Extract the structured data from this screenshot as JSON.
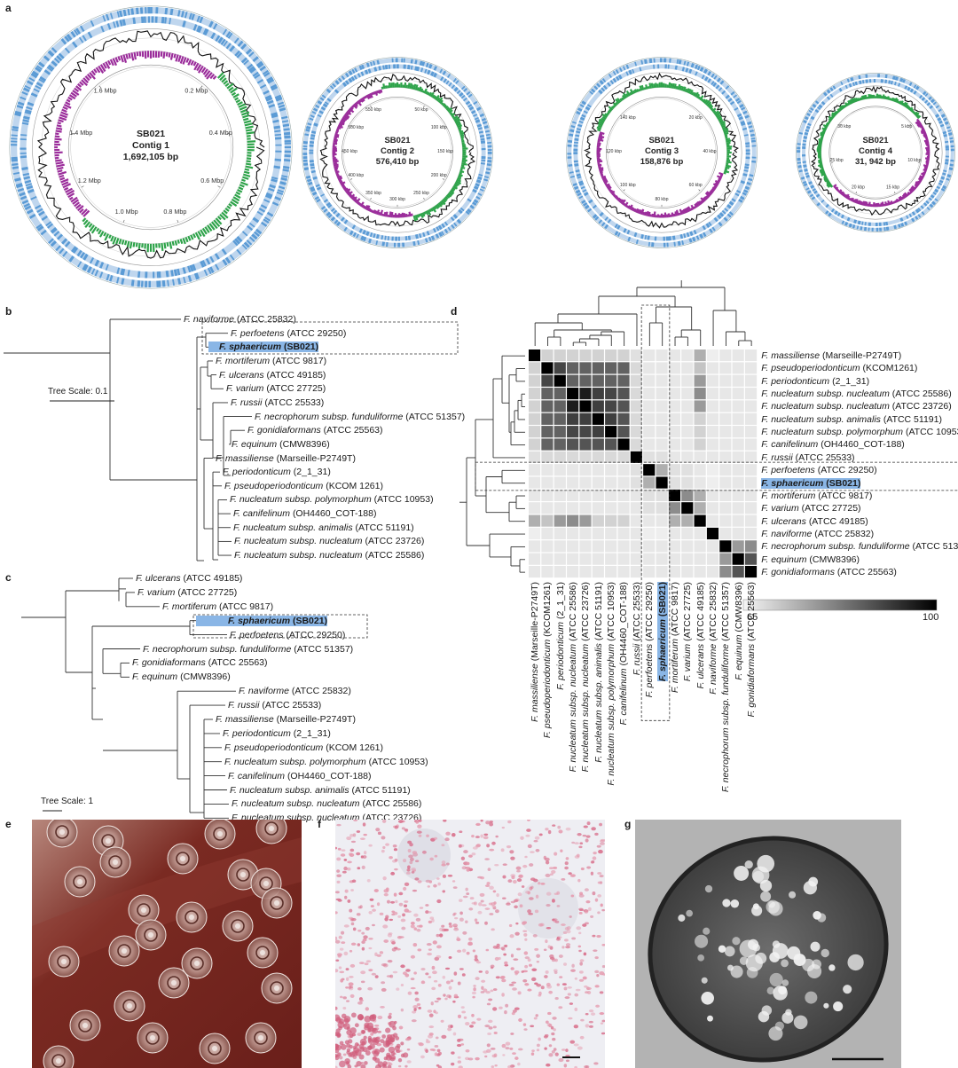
{
  "panels": {
    "a": "a",
    "b": "b",
    "c": "c",
    "d": "d",
    "e": "e",
    "f": "f",
    "g": "g"
  },
  "contigs": [
    {
      "name": "SB021",
      "contig": "Contig 1",
      "size": "1,692,105 bp",
      "ticks": [
        "0.2 Mbp",
        "0.4 Mbp",
        "0.6 Mbp",
        "0.8 Mbp",
        "1.0 Mbp",
        "1.2 Mbp",
        "1.4 Mbp",
        "1.6 Mbp"
      ]
    },
    {
      "name": "SB021",
      "contig": "Contig 2",
      "size": "576,410 bp",
      "ticks": [
        "50 kbp",
        "100 kbp",
        "150 kbp",
        "200 kbp",
        "250 kbp",
        "300 kbp",
        "350 kbp",
        "400 kbp",
        "450 kbp",
        "500 kbp",
        "550 kbp"
      ]
    },
    {
      "name": "SB021",
      "contig": "Contig 3",
      "size": "158,876 bp",
      "ticks": [
        "20 kbp",
        "40 kbp",
        "60 kbp",
        "80 kbp",
        "100 kbp",
        "120 kbp",
        "140 kbp"
      ]
    },
    {
      "name": "SB021",
      "contig": "Contig 4",
      "size": "31, 942 bp",
      "ticks": [
        "5 kbp",
        "10 kbp",
        "15 kbp",
        "20 kbp",
        "25 kbp",
        "30 kbp"
      ]
    }
  ],
  "tree_b": {
    "scale": "Tree Scale: 0.1",
    "leaves": [
      {
        "sp": "F. naviforme",
        "id": "(ATCC 25832)"
      },
      {
        "sp": "F. perfoetens",
        "id": "(ATCC 29250)"
      },
      {
        "sp": "F. sphaericum",
        "id": "(SB021)",
        "highlight": true
      },
      {
        "sp": "F. mortiferum",
        "id": "(ATCC 9817)"
      },
      {
        "sp": "F. ulcerans",
        "id": "(ATCC 49185)"
      },
      {
        "sp": "F. varium",
        "id": "(ATCC 27725)"
      },
      {
        "sp": "F. russii",
        "id": "(ATCC 25533)"
      },
      {
        "sp": "F. necrophorum subsp. funduliforme",
        "id": "(ATCC 51357)"
      },
      {
        "sp": "F. gonidiaformans",
        "id": "(ATCC 25563)"
      },
      {
        "sp": "F. equinum",
        "id": "(CMW8396)"
      },
      {
        "sp": "F. massiliense",
        "id": "(Marseille-P2749T)"
      },
      {
        "sp": "F. periodonticum",
        "id": "(2_1_31)"
      },
      {
        "sp": "F. pseudoperiodonticum",
        "id": "(KCOM 1261)"
      },
      {
        "sp": "F. nucleatum subsp. polymorphum",
        "id": "(ATCC 10953)"
      },
      {
        "sp": "F. canifelinum",
        "id": "(OH4460_COT-188)"
      },
      {
        "sp": "F. nucleatum subsp. animalis",
        "id": "(ATCC 51191)"
      },
      {
        "sp": "F. nucleatum subsp. nucleatum",
        "id": "(ATCC 23726)"
      },
      {
        "sp": "F. nucleatum subsp. nucleatum",
        "id": "(ATCC 25586)"
      }
    ]
  },
  "tree_c": {
    "scale": "Tree Scale: 1",
    "leaves": [
      {
        "sp": "F. ulcerans",
        "id": "(ATCC 49185)"
      },
      {
        "sp": "F. varium",
        "id": "(ATCC 27725)"
      },
      {
        "sp": "F. mortiferum",
        "id": "(ATCC 9817)"
      },
      {
        "sp": "F. sphaericum",
        "id": "(SB021)",
        "highlight": true
      },
      {
        "sp": "F. perfoetens",
        "id": "(ATCC 29250)"
      },
      {
        "sp": "F. necrophorum subsp. funduliforme",
        "id": "(ATCC 51357)"
      },
      {
        "sp": "F. gonidiaformans",
        "id": "(ATCC 25563)"
      },
      {
        "sp": "F. equinum",
        "id": "(CMW8396)"
      },
      {
        "sp": "F. naviforme",
        "id": "(ATCC 25832)"
      },
      {
        "sp": "F. russii",
        "id": "(ATCC 25533)"
      },
      {
        "sp": "F. massiliense",
        "id": "(Marseille-P2749T)"
      },
      {
        "sp": "F. periodonticum",
        "id": "(2_1_31)"
      },
      {
        "sp": "F. pseudoperiodonticum",
        "id": "(KCOM 1261)"
      },
      {
        "sp": "F. nucleatum subsp. polymorphum",
        "id": "(ATCC 10953)"
      },
      {
        "sp": "F. canifelinum",
        "id": "(OH4460_COT-188)"
      },
      {
        "sp": "F. nucleatum subsp. animalis",
        "id": "(ATCC 51191)"
      },
      {
        "sp": "F. nucleatum subsp. nucleatum",
        "id": "(ATCC 25586)"
      },
      {
        "sp": "F. nucleatum subsp. nucleatum",
        "id": "(ATCC 23726)"
      }
    ]
  },
  "chart_data": {
    "type": "heatmap",
    "rows": [
      {
        "sp": "F. massiliense",
        "id": "(Marseille-P2749T)"
      },
      {
        "sp": "F. pseudoperiodonticum",
        "id": "(KCOM1261)"
      },
      {
        "sp": "F. periodonticum",
        "id": "(2_1_31)"
      },
      {
        "sp": "F. nucleatum subsp. nucleatum",
        "id": "(ATCC 25586)"
      },
      {
        "sp": "F. nucleatum subsp. nucleatum",
        "id": "(ATCC 23726)"
      },
      {
        "sp": "F. nucleatum subsp. animalis",
        "id": "(ATCC 51191)"
      },
      {
        "sp": "F. nucleatum subsp. polymorphum",
        "id": "(ATCC 10953)"
      },
      {
        "sp": "F. canifelinum",
        "id": "(OH4460_COT-188)"
      },
      {
        "sp": "F. russii",
        "id": "(ATCC 25533)"
      },
      {
        "sp": "F. perfoetens",
        "id": "(ATCC 29250)"
      },
      {
        "sp": "F. sphaericum",
        "id": "(SB021)",
        "highlight": true
      },
      {
        "sp": "F. mortiferum",
        "id": "(ATCC 9817)"
      },
      {
        "sp": "F. varium",
        "id": "(ATCC 27725)"
      },
      {
        "sp": "F. ulcerans",
        "id": "(ATCC 49185)"
      },
      {
        "sp": "F. naviforme",
        "id": "(ATCC 25832)"
      },
      {
        "sp": "F. necrophorum subsp. funduliforme",
        "id": "(ATCC 51357)"
      },
      {
        "sp": "F. equinum",
        "id": "(CMW8396)"
      },
      {
        "sp": "F. gonidiaformans",
        "id": "(ATCC 25563)"
      }
    ],
    "values": [
      [
        100,
        70,
        70,
        70,
        70,
        70,
        70,
        70,
        68,
        67,
        67,
        67,
        67,
        75,
        66,
        67,
        67,
        67
      ],
      [
        70,
        100,
        90,
        86,
        86,
        86,
        86,
        86,
        69,
        67,
        67,
        67,
        67,
        72,
        67,
        67,
        67,
        67
      ],
      [
        70,
        90,
        100,
        86,
        86,
        86,
        86,
        86,
        69,
        67,
        67,
        67,
        67,
        78,
        67,
        67,
        67,
        67
      ],
      [
        70,
        86,
        86,
        100,
        96,
        91,
        90,
        88,
        69,
        67,
        67,
        67,
        67,
        80,
        67,
        67,
        67,
        67
      ],
      [
        70,
        86,
        86,
        96,
        100,
        91,
        90,
        88,
        69,
        67,
        67,
        67,
        67,
        78,
        67,
        67,
        67,
        67
      ],
      [
        70,
        86,
        86,
        91,
        91,
        100,
        91,
        88,
        69,
        67,
        67,
        67,
        67,
        70,
        67,
        67,
        67,
        67
      ],
      [
        70,
        86,
        86,
        90,
        90,
        91,
        100,
        88,
        69,
        67,
        67,
        67,
        67,
        70,
        67,
        67,
        67,
        67
      ],
      [
        70,
        86,
        86,
        88,
        88,
        88,
        88,
        100,
        69,
        67,
        67,
        67,
        67,
        70,
        67,
        67,
        67,
        67
      ],
      [
        68,
        69,
        69,
        69,
        69,
        69,
        69,
        69,
        100,
        68,
        68,
        67,
        67,
        67,
        67,
        67,
        67,
        67
      ],
      [
        67,
        67,
        67,
        67,
        67,
        67,
        67,
        67,
        68,
        100,
        75,
        68,
        68,
        67,
        66,
        67,
        67,
        67
      ],
      [
        67,
        67,
        67,
        67,
        67,
        67,
        67,
        67,
        68,
        75,
        100,
        68,
        68,
        67,
        66,
        67,
        67,
        67
      ],
      [
        67,
        67,
        67,
        67,
        67,
        67,
        67,
        67,
        67,
        68,
        68,
        100,
        80,
        75,
        67,
        67,
        67,
        67
      ],
      [
        67,
        67,
        67,
        67,
        67,
        67,
        67,
        67,
        67,
        68,
        68,
        80,
        100,
        75,
        67,
        67,
        67,
        67
      ],
      [
        75,
        72,
        78,
        80,
        78,
        70,
        70,
        70,
        67,
        67,
        67,
        75,
        75,
        100,
        67,
        67,
        67,
        67
      ],
      [
        66,
        67,
        67,
        67,
        67,
        67,
        67,
        67,
        67,
        66,
        66,
        67,
        67,
        67,
        100,
        67,
        67,
        67
      ],
      [
        67,
        67,
        67,
        67,
        67,
        67,
        67,
        67,
        67,
        67,
        67,
        67,
        67,
        67,
        67,
        100,
        78,
        80
      ],
      [
        67,
        67,
        67,
        67,
        67,
        67,
        67,
        67,
        67,
        67,
        67,
        67,
        67,
        67,
        67,
        78,
        100,
        88
      ],
      [
        67,
        67,
        67,
        67,
        67,
        67,
        67,
        67,
        67,
        67,
        67,
        67,
        67,
        67,
        67,
        80,
        88,
        100
      ]
    ],
    "vmin": 65,
    "vmax": 100,
    "legend_min": "65",
    "legend_max": "100",
    "legend_placement": "bottom-right"
  },
  "colors": {
    "ring_blue": "#5b9bd5",
    "gc_black": "#111111",
    "skew_green": "#2ea34a",
    "skew_purple": "#9b2d9b",
    "highlight": "#8ab6e6",
    "agar": "#7a2a22"
  }
}
